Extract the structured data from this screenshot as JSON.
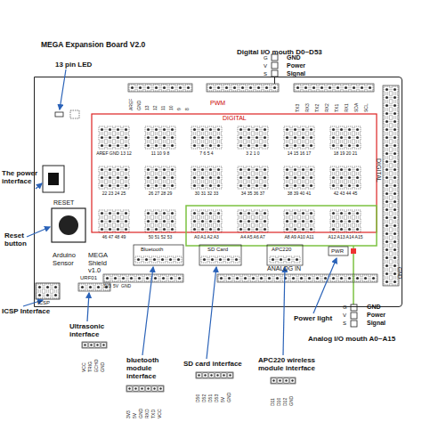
{
  "diagram": {
    "title": "MEGA Expansion Board V2.0",
    "nodes": [
      {
        "text": [
          "Arduino Sensor",
          "MEGA Shield v1.0"
        ]
      }
    ],
    "labels": [
      "13 pin LED",
      "Digital I/O mouth D0~D53",
      "G",
      "V",
      "S",
      "GND",
      "Power",
      "Signal",
      "The power interface",
      "Reset button",
      "ICSP Interface",
      "Ultrasonic interface",
      "bluetooth module interface",
      "SD card interface",
      "APC220 wireless module interface",
      "Power light",
      "G",
      "V",
      "S",
      "GND",
      "Power",
      "Signal",
      "Analog I/O mouth A0~A15",
      "RESET",
      "ICSP",
      "URF01",
      "Bluetooth",
      "SD Card",
      "APC220",
      "ANALOG IN",
      "PWR",
      "PWM",
      "DIGITAL",
      "DIGITAL",
      "GND",
      "3V3",
      "5V",
      "GND",
      "AREF GND 13 12",
      "11 10 9 8",
      "7 6 5 4",
      "3 2 1 0",
      "14 15 16 17",
      "18 19 20 21",
      "22 23 24 25",
      "26 27 28 29",
      "30 31 32 33",
      "34 35 36 37",
      "38 39 40 41",
      "42 43 44 45",
      "46 47 48 49",
      "50 51 52 53",
      "A0 A1 A2 A3",
      "A4 A5 A6 A7",
      "A8 A9 A10 A11",
      "A12 A13 A14 A15",
      "AREF",
      "GND",
      "13",
      "12",
      "11",
      "10",
      "9",
      "8",
      "TX3",
      "RX3",
      "TX2",
      "RX2",
      "TX1",
      "RX1",
      "SDA",
      "SCL",
      "VCC",
      "TRIG",
      "ECHO",
      "GND",
      "3V3",
      "5V",
      "GND",
      "RXD",
      "TXD",
      "VCC",
      "D50",
      "D52",
      "D51",
      "D53",
      "5V",
      "GND",
      "D11",
      "D10",
      "D12",
      "GND"
    ]
  }
}
